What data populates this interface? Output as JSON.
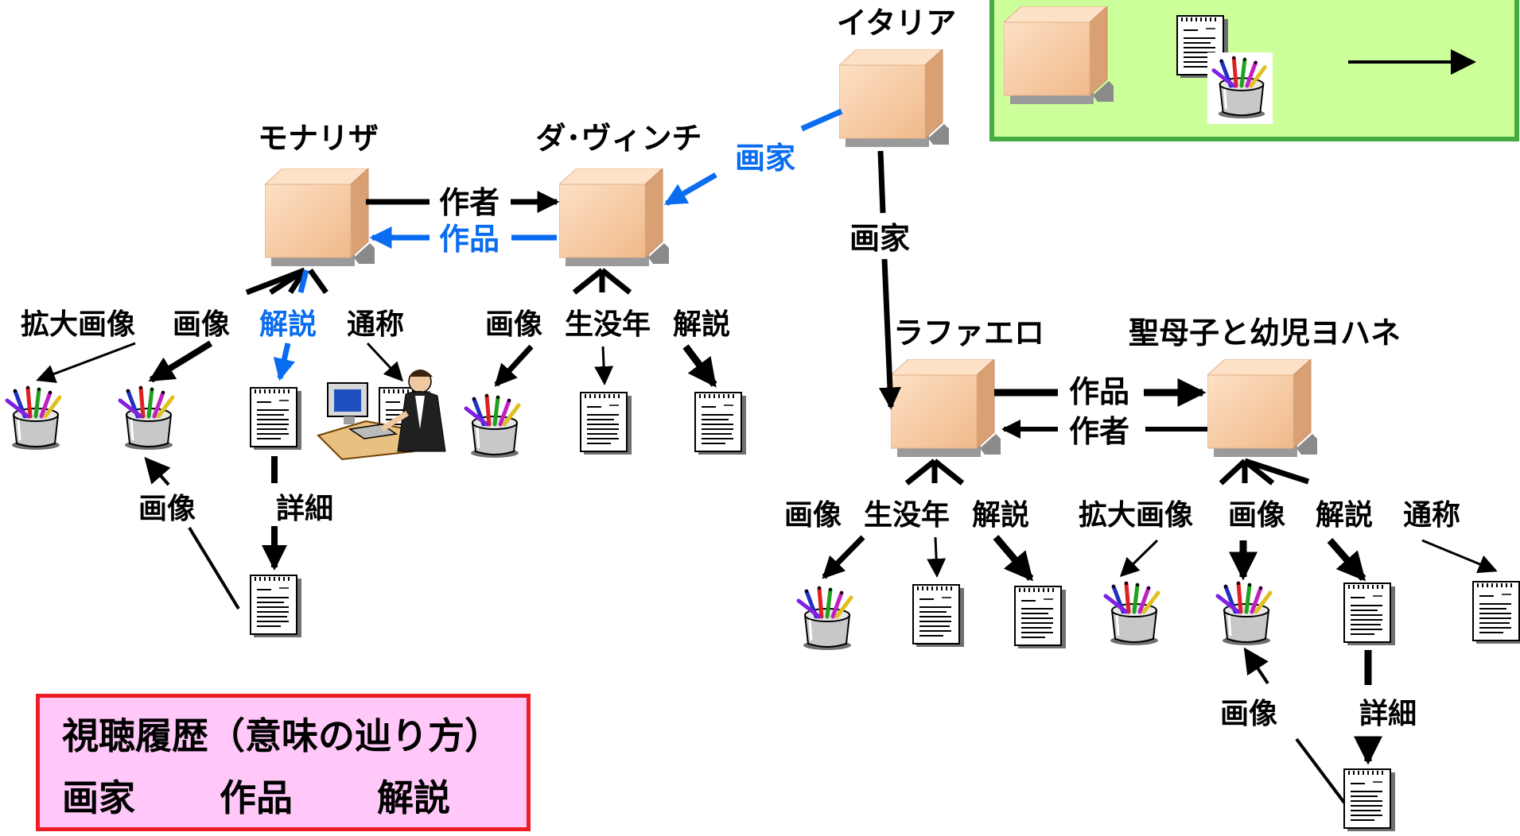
{
  "colors": {
    "history": "#0a6cf0",
    "default": "#000000",
    "legend_bg": "#ccff99",
    "legend_border": "#44aa44",
    "history_box_bg": "#ffc8f8",
    "history_box_border": "#ee1c24"
  },
  "icons": {
    "entity": "cube-icon",
    "image": "paint-pot-icon",
    "text": "document-icon",
    "media": "document-and-paint-pot-icon",
    "link": "arrow-icon",
    "user": "person-at-computer-icon"
  },
  "nodes": {
    "monalisa": "モナリザ",
    "davinci": "ダ･ヴィンチ",
    "italy": "イタリア",
    "raphael": "ラファエロ",
    "madonna": "聖母子と幼児ヨハネ"
  },
  "edges": {
    "author": "作者",
    "work": "作品",
    "painter": "画家",
    "image": "画像",
    "zoom_image": "拡大画像",
    "commentary": "解説",
    "common_name": "通称",
    "lifespan": "生没年",
    "detail": "詳細"
  },
  "history": {
    "title": "視聴履歴（意味の辿り方）",
    "steps": [
      "画家",
      "作品",
      "解説"
    ]
  }
}
